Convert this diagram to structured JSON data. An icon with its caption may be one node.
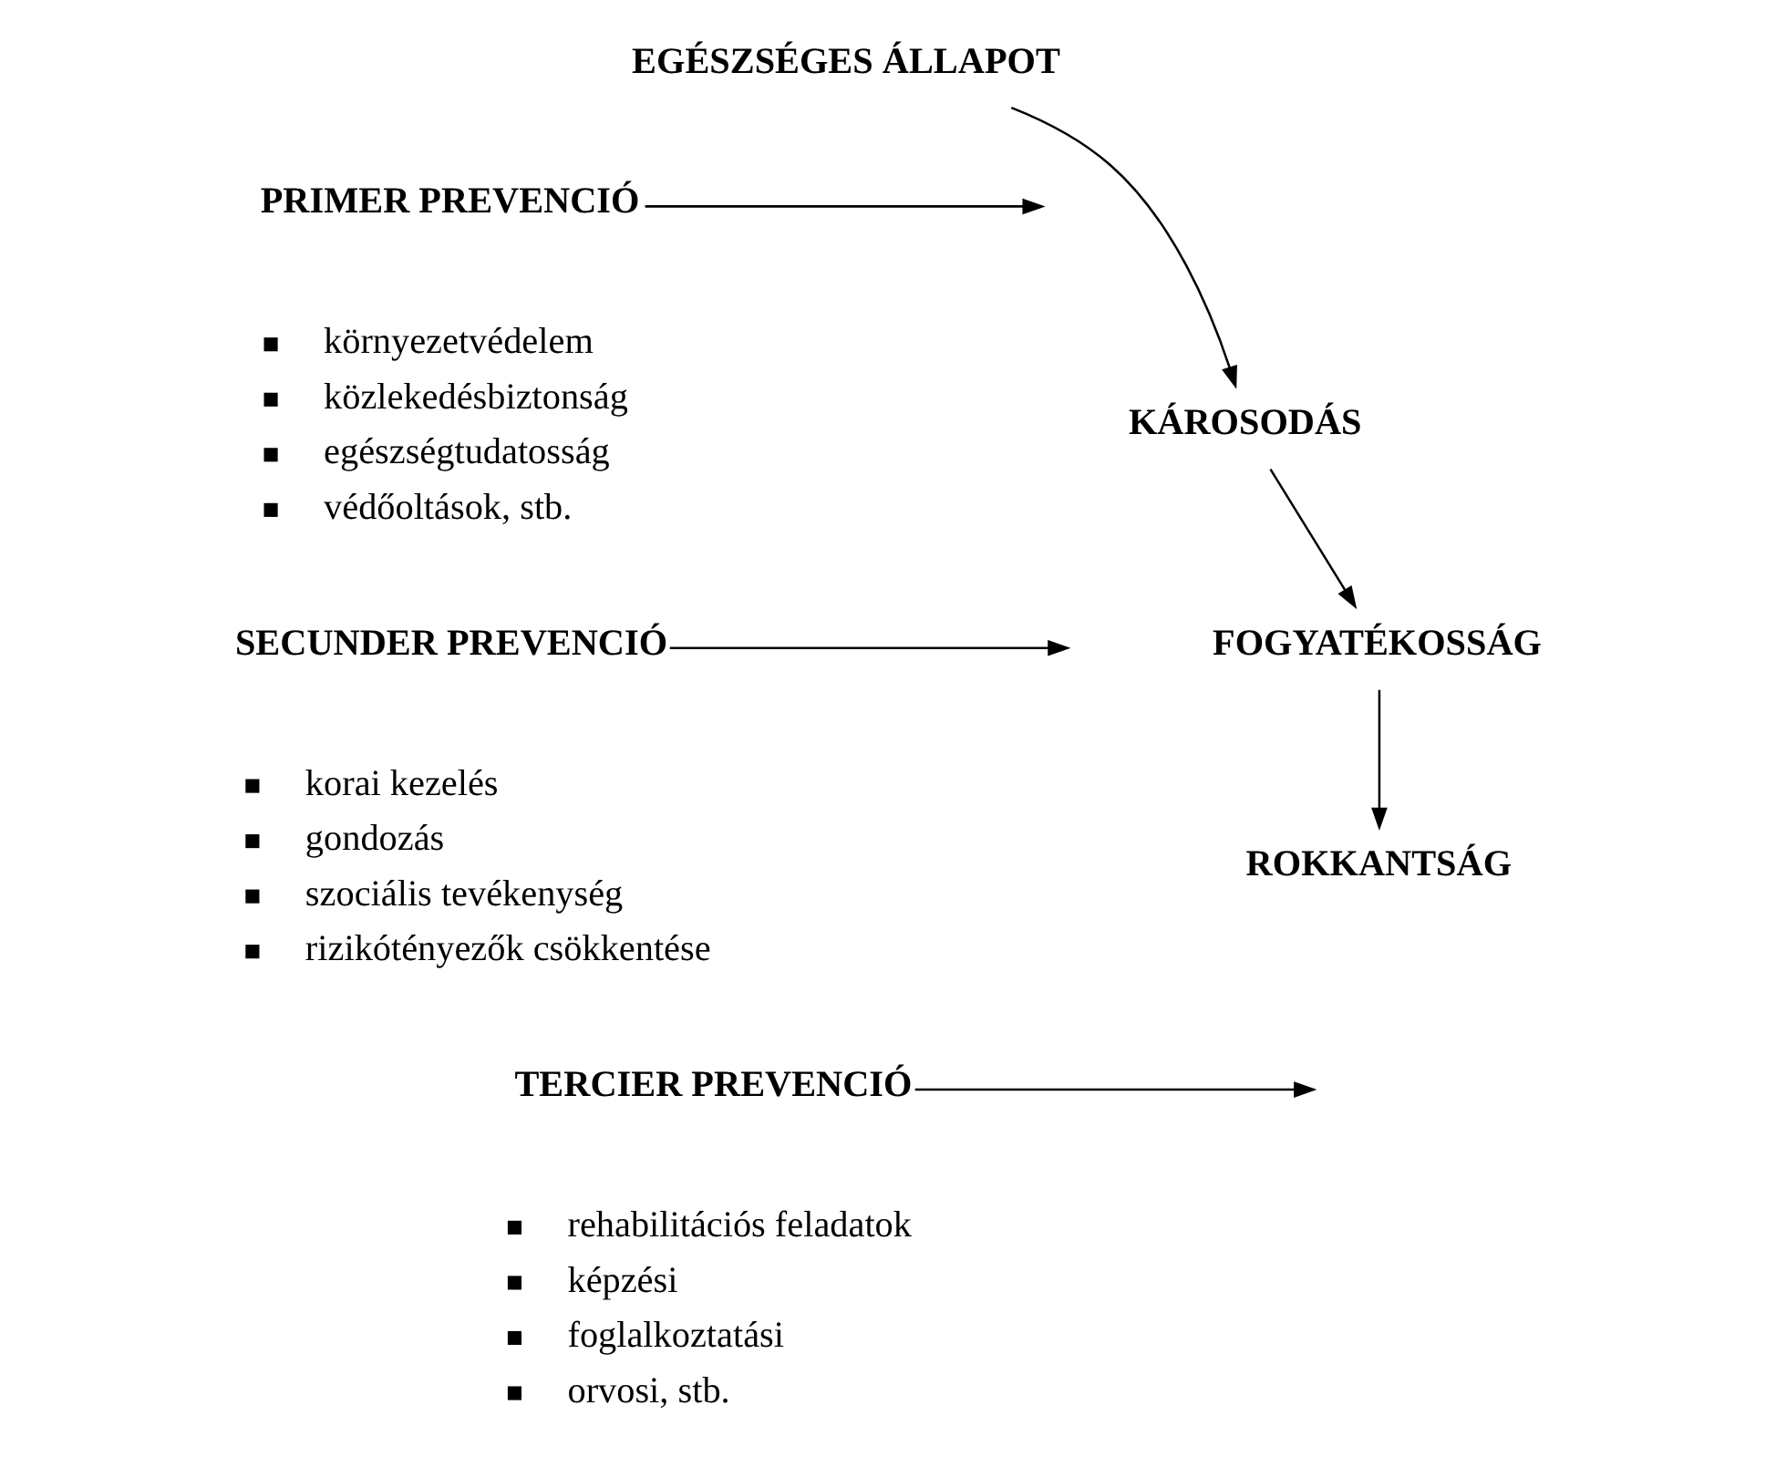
{
  "diagram": {
    "nodes": [
      {
        "text": [
          "EGÉSZSÉGES ÁLLAPOT"
        ]
      },
      {
        "text": [
          "PRIMER PREVENCIÓ"
        ],
        "beside": [
          "környezetvédelem",
          "közlekedésbiztonság",
          "egészségtudatosság",
          "védőoltások, stb."
        ]
      },
      {
        "text": [
          "KÁROSODÁS"
        ]
      },
      {
        "text": [
          "SECUNDER PREVENCIÓ"
        ],
        "beside": [
          "korai kezelés",
          "gondozás",
          "szociális tevékenység",
          "rizikótényezők csökkentése"
        ]
      },
      {
        "text": [
          "FOGYATÉKOSSÁG"
        ]
      },
      {
        "text": [
          "TERCIER PREVENCIÓ"
        ],
        "beside": [
          "rehabilitációs feladatok",
          "képzési",
          "foglalkoztatási",
          "orvosi, stb."
        ]
      },
      {
        "text": [
          "ROKKANTSÁG"
        ]
      }
    ],
    "edges": [
      {
        "from": 0,
        "to": 2,
        "arrow": "to"
      },
      {
        "from": 1,
        "to": null,
        "arrow": "to"
      },
      {
        "from": 2,
        "to": 4,
        "arrow": "to"
      },
      {
        "from": 3,
        "to": null,
        "arrow": "to"
      },
      {
        "from": 4,
        "to": 6,
        "arrow": "to"
      },
      {
        "from": 5,
        "to": null,
        "arrow": "to"
      }
    ]
  }
}
